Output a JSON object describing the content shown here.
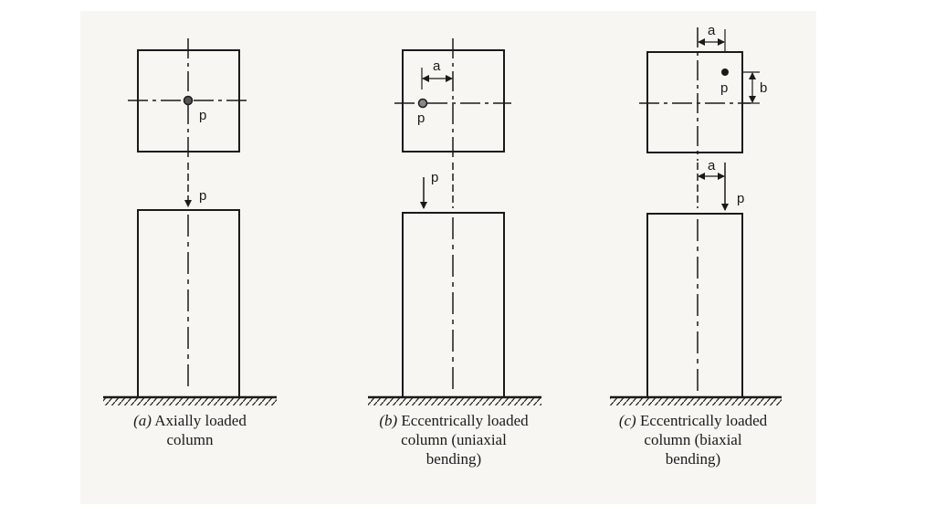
{
  "labels": {
    "load": "p",
    "ecc_x": "a",
    "ecc_y": "b"
  },
  "panels": [
    {
      "id": "a",
      "caption_tag": "(a)",
      "caption_line1": " Axially loaded",
      "caption_line2": "column",
      "caption_line3": ""
    },
    {
      "id": "b",
      "caption_tag": "(b)",
      "caption_line1": " Eccentrically loaded",
      "caption_line2": "column (uniaxial",
      "caption_line3": "bending)"
    },
    {
      "id": "c",
      "caption_tag": "(c)",
      "caption_line1": " Eccentrically loaded",
      "caption_line2": "column (biaxial",
      "caption_line3": "bending)"
    }
  ],
  "colors": {
    "ink": "#1a1a1a",
    "paper": "#f7f6f3",
    "page": "#ffffff"
  }
}
